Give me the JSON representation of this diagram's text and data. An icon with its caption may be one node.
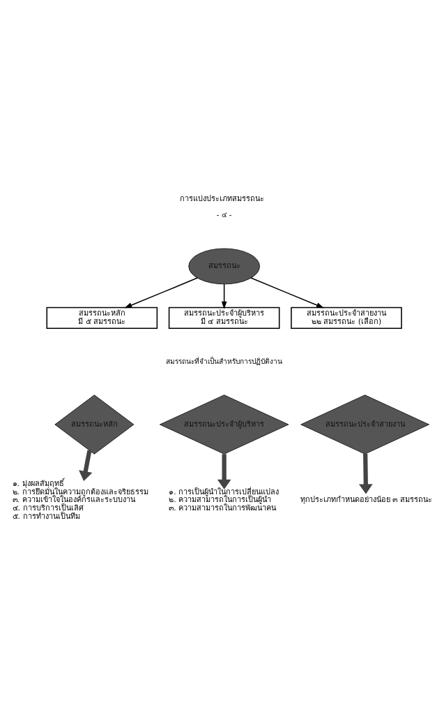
{
  "diagram": {
    "title": "การแบ่งประเภทสมรรถนะ",
    "nodes": [
      {
        "text": [
          "สมรรถนะ"
        ]
      },
      {
        "text": [
          "สมรรถนะหลัก",
          "มี ๕ สมรรถนะ"
        ]
      },
      {
        "text": [
          "สมรรถนะประจำผู้บริหาร",
          "มี ๔ สมรรถนะ"
        ]
      },
      {
        "text": [
          "สมรรถนะประจำสายงาน",
          "๒๒ สมรรถนะ (เลือก)"
        ]
      },
      {
        "text": [
          "สมรรถนะหลัก"
        ]
      },
      {
        "text": [
          "สมรรถนะประจำผู้บริหาร"
        ]
      },
      {
        "text": [
          "สมรรถนะประจำสายงาน"
        ]
      },
      {
        "text": [
          "๑. มุ่งผลสัมฤทธิ์",
          "๒. การยึดมั่นในความถูกต้องและจริยธรรม",
          "๓. ความเข้าใจในองค์กรและระบบงาน",
          "๔. การบริการเป็นเลิศ",
          "๕. การทำงานเป็นทีม"
        ]
      },
      {
        "text": [
          "๑. การเป็นผู้นำในการเปลี่ยนแปลง",
          "๒. ความสามารถในการเป็นผู้นำ",
          "๓. ความสามารถในการพัฒนาคน"
        ]
      },
      {
        "text": [
          "ทุกประเภทกำหนดอย่างน้อย ๓ สมรรถนะ"
        ]
      }
    ],
    "edges": [
      {
        "from": 0,
        "to": 1,
        "arrow": "to"
      },
      {
        "from": 0,
        "to": 2,
        "arrow": "to"
      },
      {
        "from": 0,
        "to": 3,
        "arrow": "to"
      },
      {
        "from": 4,
        "to": 7,
        "arrow": "to",
        "style": "thick"
      },
      {
        "from": 5,
        "to": 8,
        "arrow": "to",
        "style": "thick"
      },
      {
        "from": 6,
        "to": 9,
        "arrow": "to",
        "style": "thick"
      }
    ],
    "labels": [
      "- ๔ -",
      "สมรรถนะที่จำเป็นสำหรับการปฏิบัติงาน"
    ]
  }
}
